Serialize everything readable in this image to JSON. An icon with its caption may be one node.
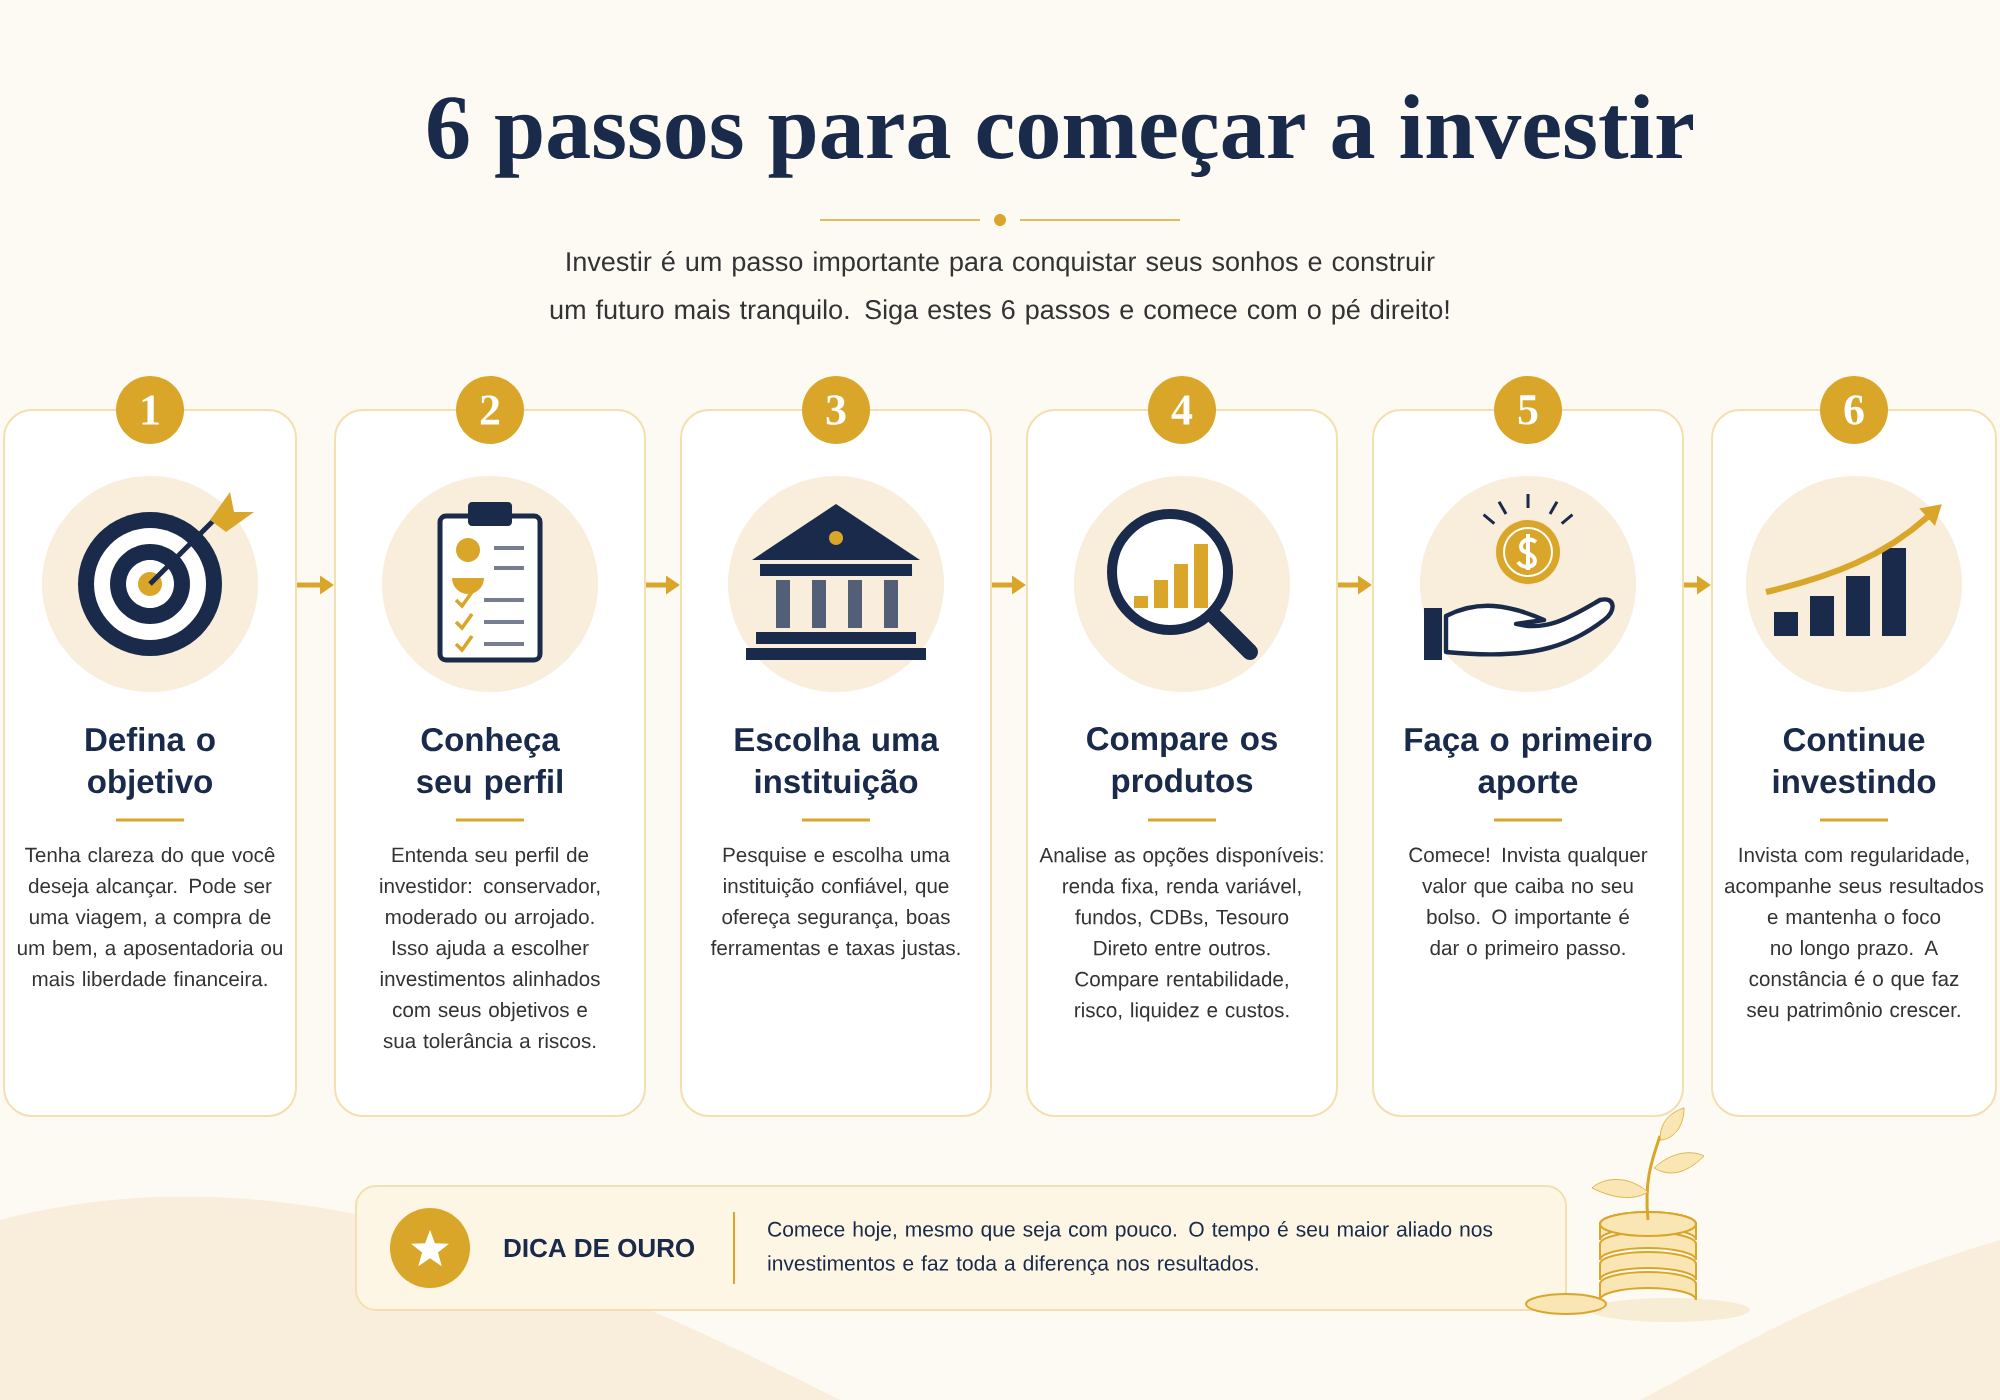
{
  "diagram": {
    "title": "6 passos para começar a investir",
    "nodes": [
      {
        "text": [
          "1",
          "Defina o objetivo",
          "Tenha clareza do que você deseja alcançar. Pode ser uma viagem, a compra de um bem, a aposentadoria ou mais liberdade financeira."
        ]
      },
      {
        "text": [
          "2",
          "Conheça seu perfil",
          "Entenda seu perfil de investidor: conservador, moderado ou arrojado. Isso ajuda a escolher investimentos alinhados com seus objetivos e sua tolerância a riscos."
        ]
      },
      {
        "text": [
          "3",
          "Escolha uma instituição",
          "Pesquise e escolha uma instituição confiável, que ofereça segurança, boas ferramentas e taxas justas."
        ]
      },
      {
        "text": [
          "4",
          "Compare os produtos",
          "Analise as opções disponíveis: renda fixa, renda variável, fundos, CDBs, Tesouro Direto entre outros. Compare rentabilidade, risco, liquidez e custos."
        ]
      },
      {
        "text": [
          "5",
          "Faça o primeiro aporte",
          "Comece! Invista qualquer valor que caiba no seu bolso. O importante é dar o primeiro passo."
        ]
      },
      {
        "text": [
          "6",
          "Continue investindo",
          "Invista com regularidade, acompanhe seus resultados e mantenha o foco no longo prazo. A constância é o que faz seu patrimônio crescer."
        ]
      },
      {
        "text": [
          "DICA DE OURO",
          "Comece hoje, mesmo que seja com pouco. O tempo é seu maior aliado nos investimentos e faz toda a diferença nos resultados."
        ]
      }
    ],
    "edges": [
      {
        "from": 0,
        "to": 1,
        "arrow": "to"
      },
      {
        "from": 1,
        "to": 2,
        "arrow": "to"
      },
      {
        "from": 2,
        "to": 3,
        "arrow": "to"
      },
      {
        "from": 3,
        "to": 4,
        "arrow": "to"
      },
      {
        "from": 4,
        "to": 5,
        "arrow": "to"
      }
    ],
    "labels": [
      "Investir é um passo importante para conquistar seus sonhos e construir um futuro mais tranquilo. Siga estes 6 passos e comece com o pé direito!"
    ]
  }
}
